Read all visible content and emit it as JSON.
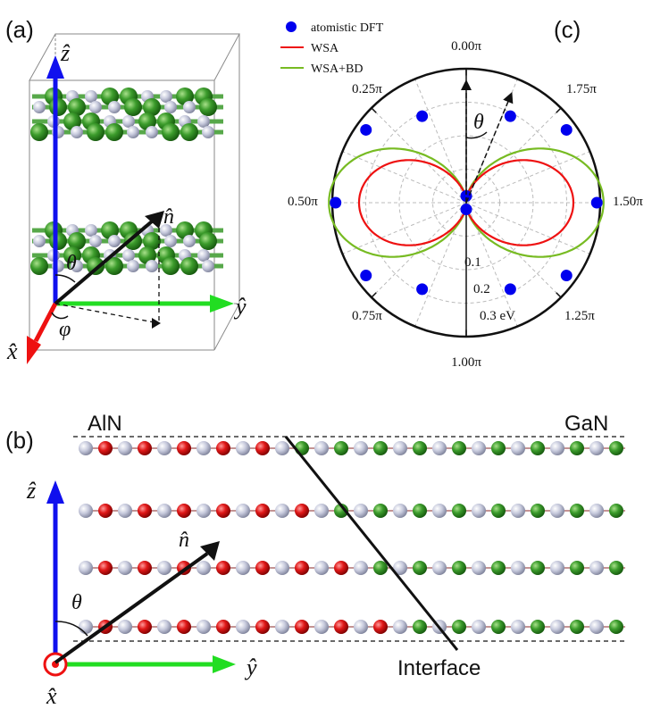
{
  "panel_labels": {
    "a": "(a)",
    "b": "(b)",
    "c": "(c)"
  },
  "axes": {
    "z": "ẑ",
    "y": "ŷ",
    "x": "x̂",
    "n": "n̂",
    "theta": "θ",
    "phi": "φ"
  },
  "panel_b": {
    "left_material": "AlN",
    "right_material": "GaN",
    "interface_label": "Interface",
    "chains": [
      {
        "red": 10,
        "split": 11
      },
      {
        "red": 12,
        "split": 13
      },
      {
        "red": 14,
        "split": 15
      },
      {
        "red": 16,
        "split": 17
      }
    ]
  },
  "panel_c": {
    "legend": [
      {
        "label": "atomistic DFT",
        "kind": "marker",
        "color": "#0000ee"
      },
      {
        "label": "WSA",
        "kind": "line",
        "color": "#ee1111"
      },
      {
        "label": "WSA+BD",
        "kind": "line",
        "color": "#77bb22"
      }
    ],
    "angle_labels": {
      "top": "0.00π",
      "upper_left": "0.25π",
      "left": "0.50π",
      "lower_left": "0.75π",
      "bottom": "1.00π",
      "lower_right": "1.25π",
      "right": "1.50π",
      "upper_right": "1.75π"
    },
    "radial_labels": [
      "0.1",
      "0.2",
      "0.3 eV"
    ],
    "theta_symbol": "θ",
    "r_max_ev": 0.4,
    "dft_points": [
      {
        "theta_pi": 0.0,
        "r": 0.02
      },
      {
        "theta_pi": 0.15,
        "r": 0.29
      },
      {
        "theta_pi": 0.3,
        "r": 0.37
      },
      {
        "theta_pi": 0.5,
        "r": 0.39
      },
      {
        "theta_pi": 0.7,
        "r": 0.37
      },
      {
        "theta_pi": 0.85,
        "r": 0.29
      },
      {
        "theta_pi": 1.0,
        "r": 0.02
      },
      {
        "theta_pi": 1.15,
        "r": 0.29
      },
      {
        "theta_pi": 1.3,
        "r": 0.37
      },
      {
        "theta_pi": 1.5,
        "r": 0.39
      },
      {
        "theta_pi": 1.7,
        "r": 0.37
      },
      {
        "theta_pi": 1.85,
        "r": 0.29
      }
    ],
    "wsa_amplitude_ev": 0.3,
    "wsa_bd_amplitude_ev": 0.39
  }
}
